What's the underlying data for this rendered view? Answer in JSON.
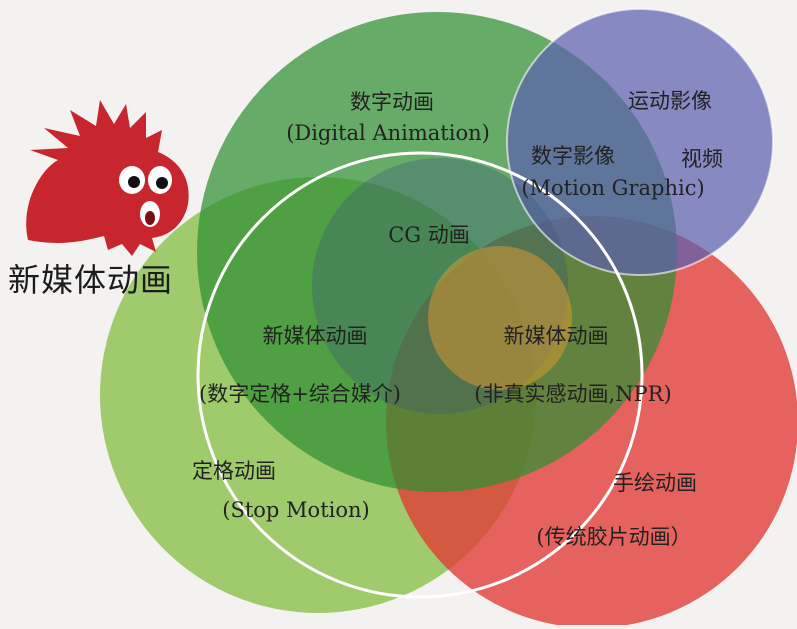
{
  "logo": {
    "text": "新媒体动画",
    "colors": {
      "mascot": "#c8262e",
      "mascot_dark": "#7a1016"
    }
  },
  "circles": [
    {
      "name": "Digital Animation",
      "color": "#2f8a2f"
    },
    {
      "name": "Motion Graphic",
      "color": "#5e62ad"
    },
    {
      "name": "Stop Motion",
      "color": "#8cc04f"
    },
    {
      "name": "Hand-drawn",
      "color": "#e4332f"
    },
    {
      "name": "CG",
      "color": "#3f7050"
    }
  ],
  "labels": {
    "digital_cn": "数字动画",
    "digital_en": "(Digital Animation)",
    "motion_cn1": "运动影像",
    "motion_cn2": "视频",
    "digital_image_cn": "数字影像",
    "motion_graphic_en": "(Motion Graphic)",
    "cg": "CG 动画",
    "new_media_left": "新媒体动画",
    "new_media_left_sub": "(数字定格+综合媒介)",
    "new_media_right": "新媒体动画",
    "new_media_right_sub": "(非真实感动画,NPR)",
    "stop_cn": "定格动画",
    "stop_en": "(Stop Motion)",
    "hand_cn": "手绘动画",
    "hand_sub": "(传统胶片动画）"
  }
}
